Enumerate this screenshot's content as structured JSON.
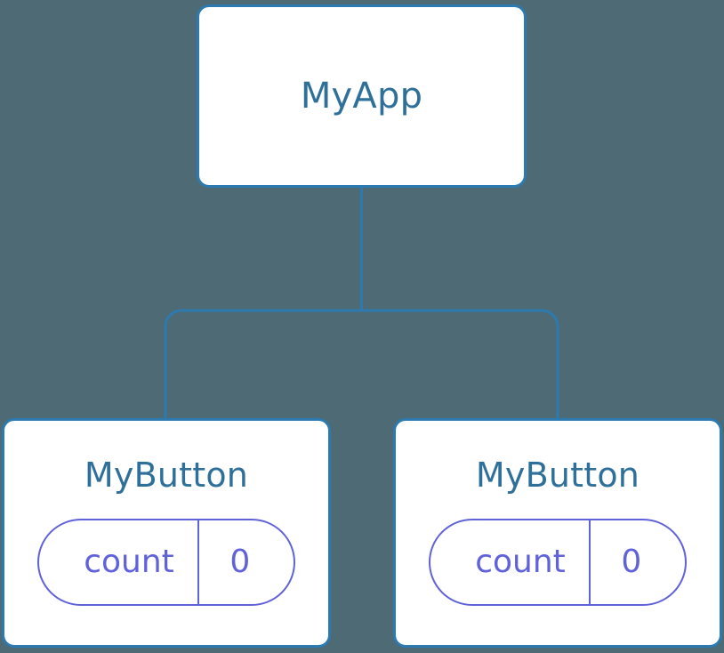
{
  "diagram": {
    "type": "component-tree",
    "background_color": "#4d6a75",
    "node_border_color": "#2d7ab0",
    "node_background_color": "#ffffff",
    "node_title_color": "#2e7099",
    "state_pill_color": "#5f62d8",
    "connector_color": "#2d7ab0"
  },
  "root": {
    "title": "MyApp"
  },
  "children": [
    {
      "title": "MyButton",
      "state": {
        "key": "count",
        "value": "0"
      }
    },
    {
      "title": "MyButton",
      "state": {
        "key": "count",
        "value": "0"
      }
    }
  ]
}
